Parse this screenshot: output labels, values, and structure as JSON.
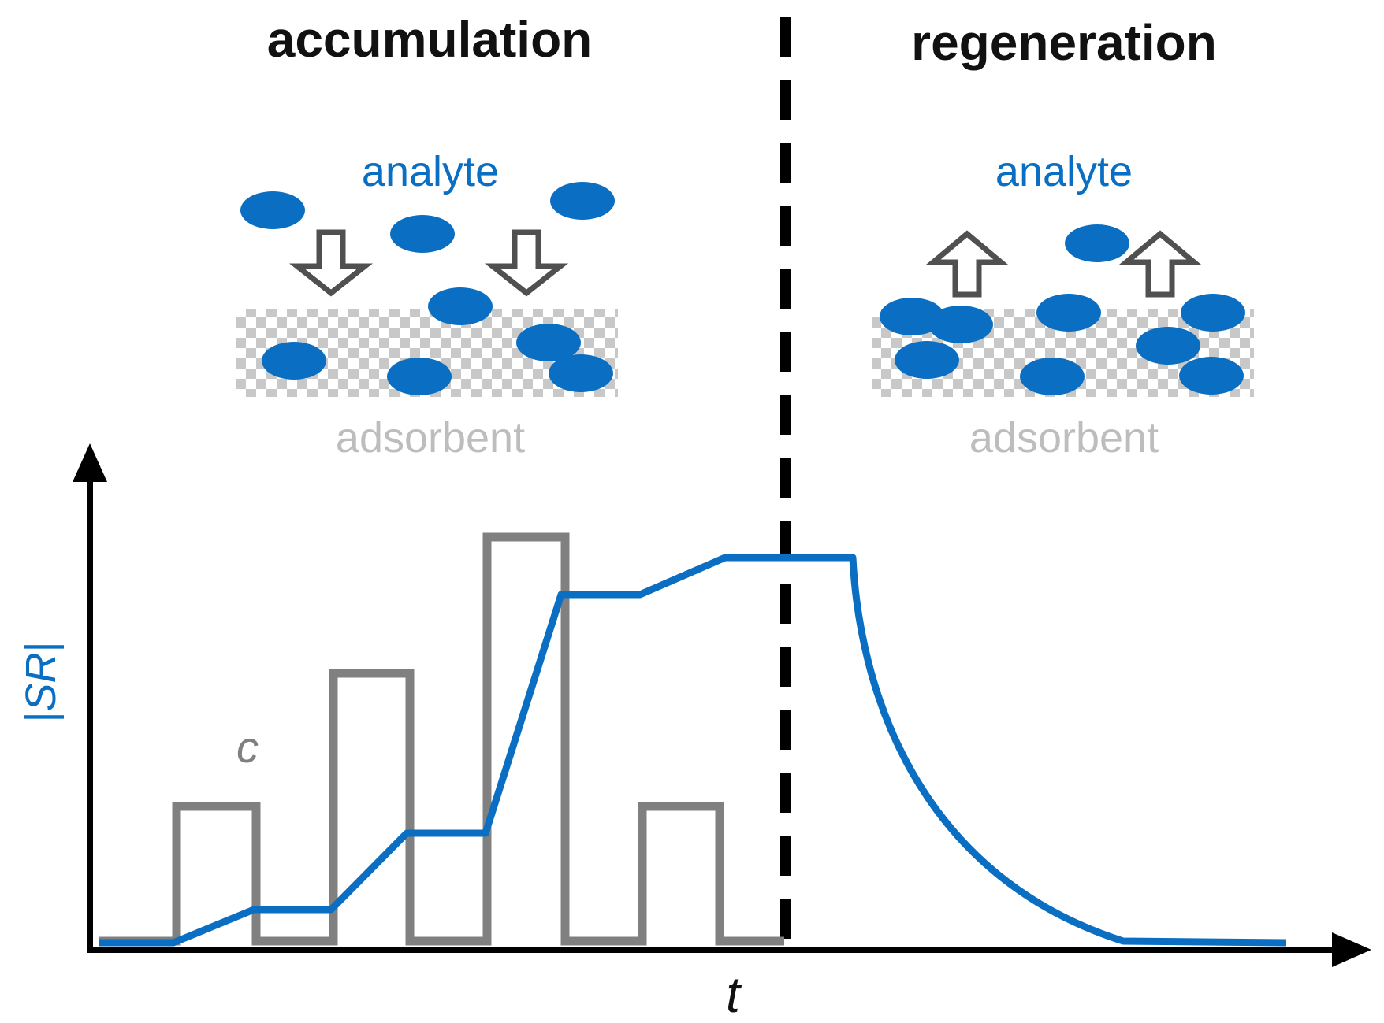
{
  "headings": {
    "left": "accumulation",
    "right": "regeneration"
  },
  "panels": {
    "left": {
      "analyte_label": "analyte",
      "adsorbent_label": "adsorbent",
      "arrow_direction": "down"
    },
    "right": {
      "analyte_label": "analyte",
      "adsorbent_label": "adsorbent",
      "arrow_direction": "up"
    }
  },
  "axes": {
    "y_label_prefix": "|",
    "y_label_italic": "SR",
    "y_label_suffix": "|",
    "x_label": "t",
    "c_label": "c"
  },
  "colors": {
    "analyte_blue": "#0A6FC2",
    "concentration_gray": "#808080",
    "adsorbent_gray": "#BDBDBD",
    "axis_black": "#000000",
    "arrow_outline": "#505050"
  }
}
